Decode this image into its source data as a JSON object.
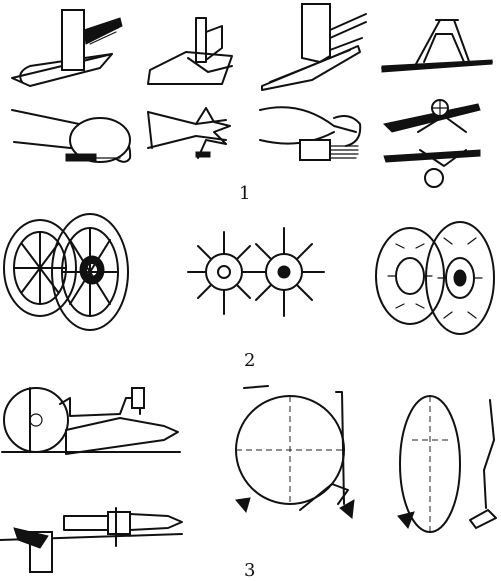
{
  "labels": {
    "group_1": "1",
    "group_2": "2",
    "group_3": "3"
  },
  "colors": {
    "ink": "#111111",
    "background": "#ffffff"
  }
}
